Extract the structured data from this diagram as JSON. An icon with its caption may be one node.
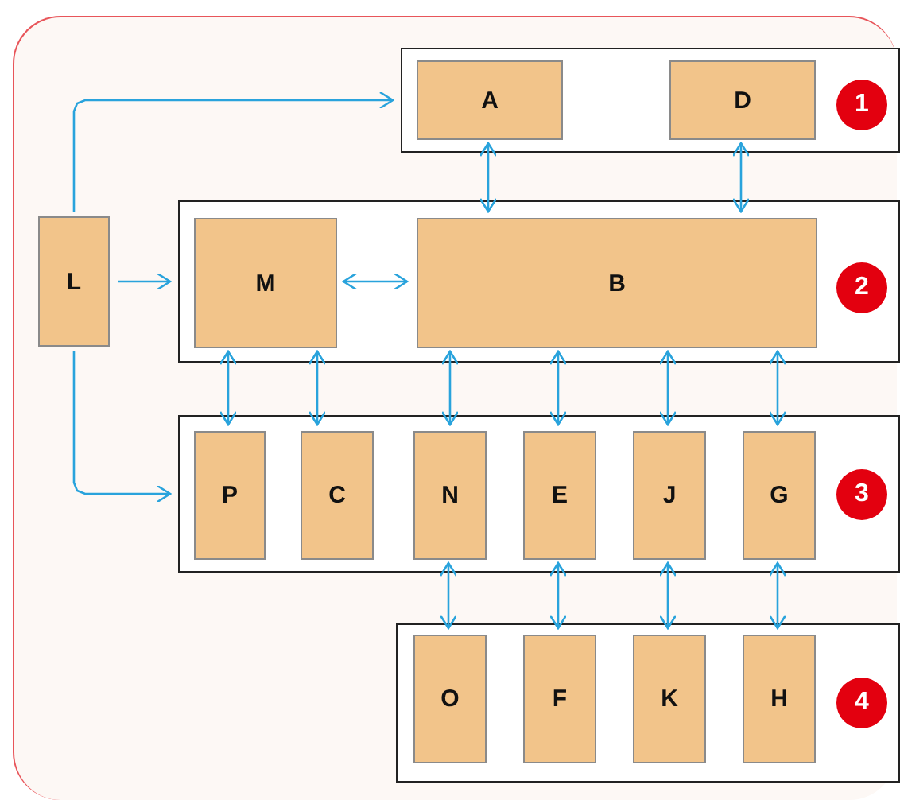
{
  "diagram": {
    "nodes": [
      {
        "text": [],
        "shape": "box"
      },
      {
        "text": [
          "A"
        ],
        "in": 0
      },
      {
        "text": [
          "D"
        ],
        "in": 0
      },
      {
        "text": [
          "1"
        ],
        "in": 0
      },
      {
        "text": [
          "L"
        ]
      },
      {
        "text": [],
        "shape": "box"
      },
      {
        "text": [
          "M"
        ],
        "in": 5
      },
      {
        "text": [
          "B"
        ],
        "in": 5
      },
      {
        "text": [
          "2"
        ],
        "in": 5
      },
      {
        "text": [],
        "shape": "box"
      },
      {
        "text": [
          "P"
        ],
        "in": 9
      },
      {
        "text": [
          "C"
        ],
        "in": 9
      },
      {
        "text": [
          "N"
        ],
        "in": 9
      },
      {
        "text": [
          "E"
        ],
        "in": 9
      },
      {
        "text": [
          "J"
        ],
        "in": 9
      },
      {
        "text": [
          "G"
        ],
        "in": 9
      },
      {
        "text": [
          "3"
        ],
        "in": 9
      },
      {
        "text": [],
        "shape": "box"
      },
      {
        "text": [
          "O"
        ],
        "in": 17
      },
      {
        "text": [
          "F"
        ],
        "in": 17
      },
      {
        "text": [
          "K"
        ],
        "in": 17
      },
      {
        "text": [
          "H"
        ],
        "in": 17
      },
      {
        "text": [
          "4"
        ],
        "in": 17
      }
    ],
    "edges": [
      {
        "from": 4,
        "to": 0,
        "arrow": "to"
      },
      {
        "from": 4,
        "to": 5,
        "arrow": "to"
      },
      {
        "from": 4,
        "to": 9,
        "arrow": "to"
      },
      {
        "from": 6,
        "to": 7,
        "arrow": "both"
      },
      {
        "from": 1,
        "to": 7,
        "arrow": "both"
      },
      {
        "from": 2,
        "to": 7,
        "arrow": "both"
      },
      {
        "from": 6,
        "to": 10,
        "arrow": "both"
      },
      {
        "from": 6,
        "to": 11,
        "arrow": "both"
      },
      {
        "from": 7,
        "to": 12,
        "arrow": "both"
      },
      {
        "from": 7,
        "to": 13,
        "arrow": "both"
      },
      {
        "from": 7,
        "to": 14,
        "arrow": "both"
      },
      {
        "from": 7,
        "to": 15,
        "arrow": "both"
      },
      {
        "from": 12,
        "to": 18,
        "arrow": "both"
      },
      {
        "from": 13,
        "to": 19,
        "arrow": "both"
      },
      {
        "from": 14,
        "to": 20,
        "arrow": "both"
      },
      {
        "from": 15,
        "to": 21,
        "arrow": "both"
      }
    ]
  }
}
